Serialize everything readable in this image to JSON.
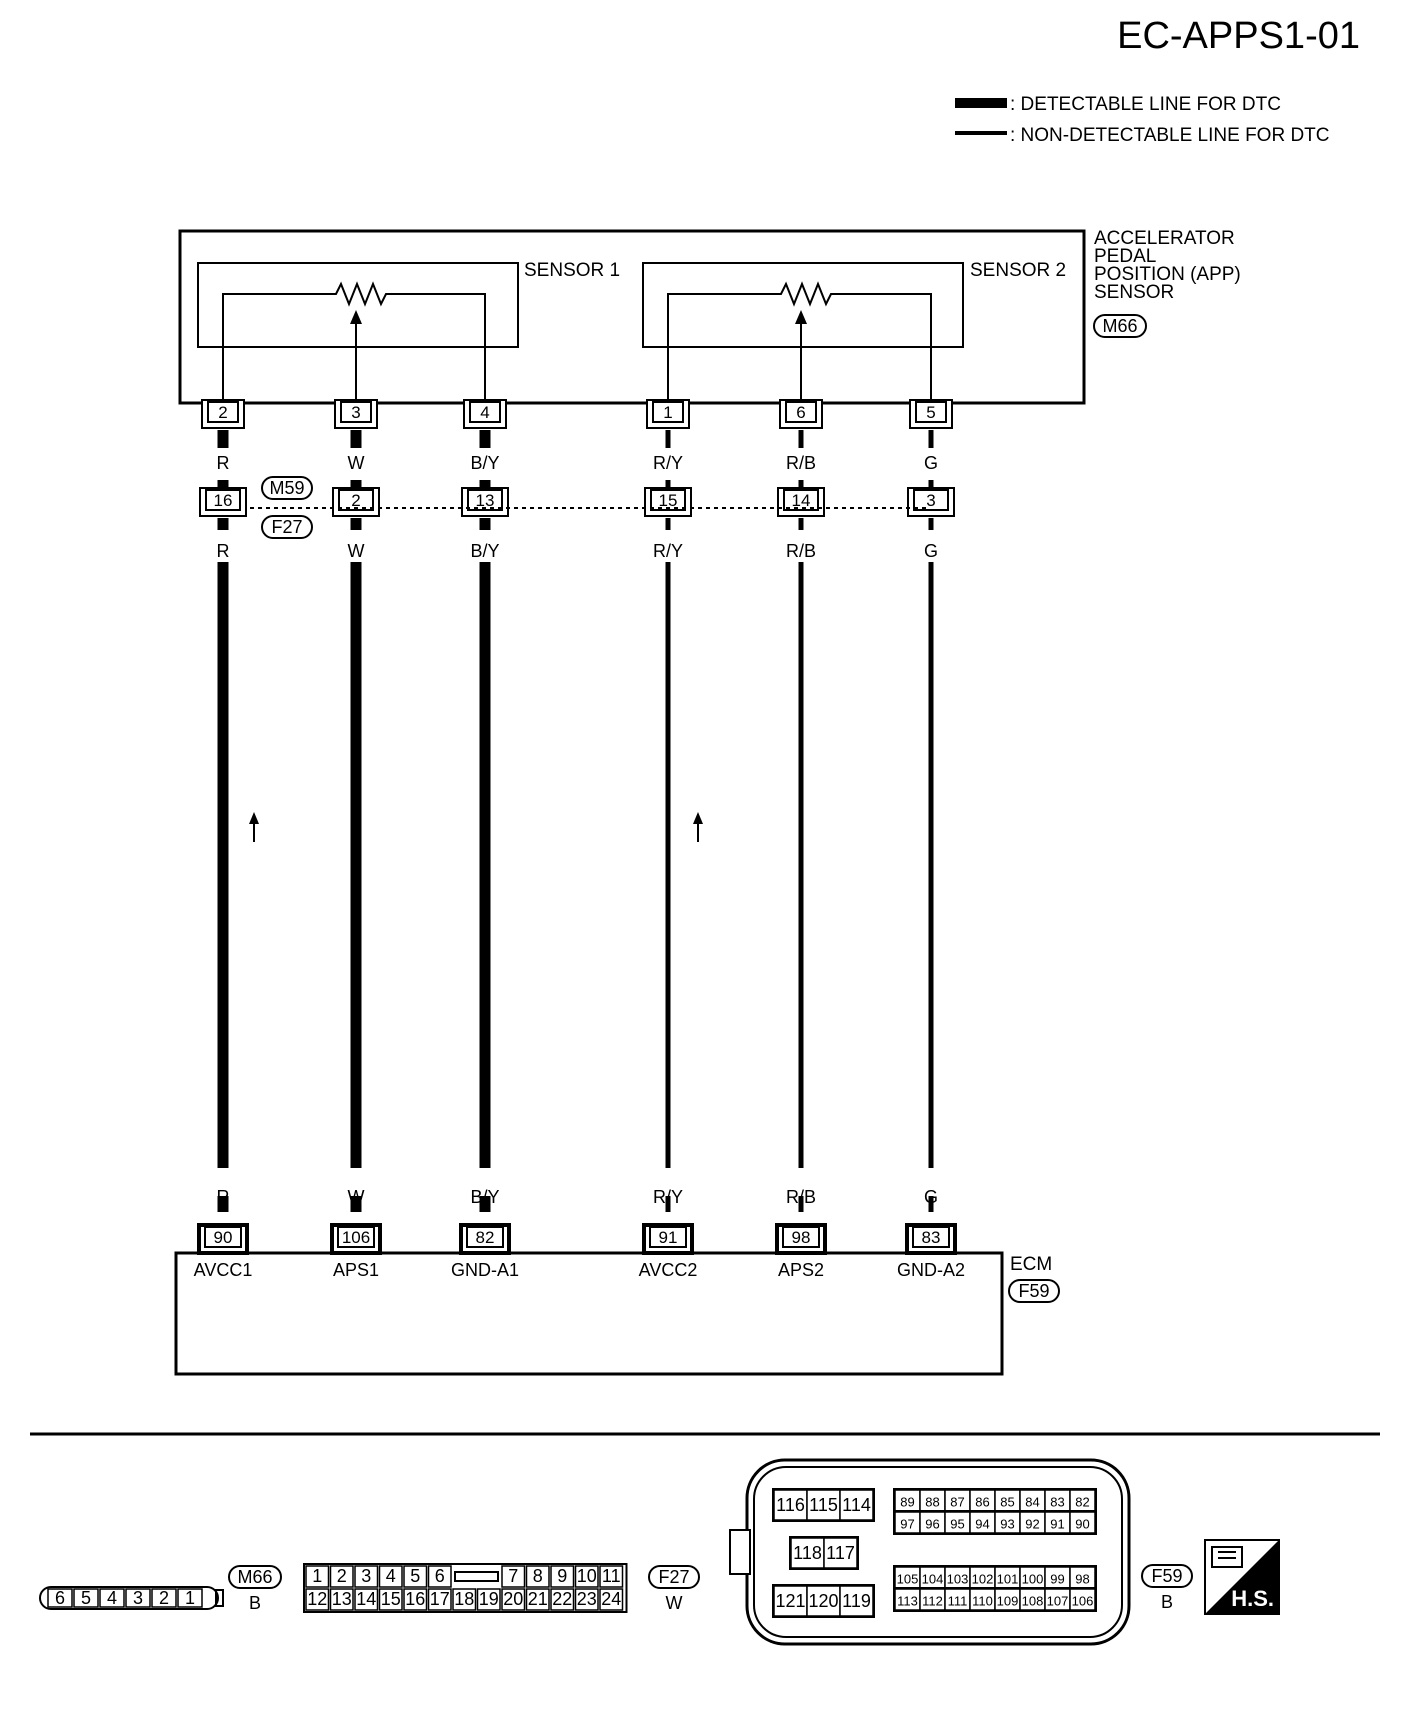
{
  "diagram_id": "EC-APPS1-01",
  "legend": [
    {
      "kind": "thick",
      "label": ": DETECTABLE LINE FOR DTC"
    },
    {
      "kind": "thin",
      "label": ": NON-DETECTABLE LINE FOR DTC"
    }
  ],
  "app_sensor": {
    "name_lines": [
      "ACCELERATOR",
      "PEDAL",
      "POSITION (APP)",
      "SENSOR"
    ],
    "connector": "M66",
    "sensor1": "SENSOR 1",
    "sensor2": "SENSOR 2"
  },
  "joint": {
    "connector_top": "M59",
    "connector_bottom": "F27"
  },
  "ecm": {
    "name": "ECM",
    "connector": "F59"
  },
  "wires": [
    {
      "sensor_pin": "2",
      "joint_pin": "16",
      "color": "R",
      "ecm_pin": "90",
      "ecm_label": "AVCC1",
      "detectable": true
    },
    {
      "sensor_pin": "3",
      "joint_pin": "2",
      "color": "W",
      "ecm_pin": "106",
      "ecm_label": "APS1",
      "detectable": true
    },
    {
      "sensor_pin": "4",
      "joint_pin": "13",
      "color": "B/Y",
      "ecm_pin": "82",
      "ecm_label": "GND-A1",
      "detectable": true
    },
    {
      "sensor_pin": "1",
      "joint_pin": "15",
      "color": "R/Y",
      "ecm_pin": "91",
      "ecm_label": "AVCC2",
      "detectable": false
    },
    {
      "sensor_pin": "6",
      "joint_pin": "14",
      "color": "R/B",
      "ecm_pin": "98",
      "ecm_label": "APS2",
      "detectable": false
    },
    {
      "sensor_pin": "5",
      "joint_pin": "3",
      "color": "G",
      "ecm_pin": "83",
      "ecm_label": "GND-A2",
      "detectable": false
    }
  ],
  "connector_views": {
    "m66": {
      "label": "M66",
      "color": "B",
      "pins": [
        "6",
        "5",
        "4",
        "3",
        "2",
        "1"
      ]
    },
    "f27": {
      "label": "F27",
      "color": "W",
      "row1_left": [
        "1",
        "2",
        "3",
        "4",
        "5",
        "6"
      ],
      "row1_right": [
        "7",
        "8",
        "9",
        "10",
        "11"
      ],
      "row2": [
        "12",
        "13",
        "14",
        "15",
        "16",
        "17",
        "18",
        "19",
        "20",
        "21",
        "22",
        "23",
        "24"
      ]
    },
    "f59": {
      "label": "F59",
      "color": "B",
      "block_a": [
        "116",
        "115",
        "114"
      ],
      "block_b": [
        "118",
        "117"
      ],
      "block_c": [
        "121",
        "120",
        "119"
      ],
      "block_d_row1": [
        "89",
        "88",
        "87",
        "86",
        "85",
        "84",
        "83",
        "82"
      ],
      "block_d_row2": [
        "97",
        "96",
        "95",
        "94",
        "93",
        "92",
        "91",
        "90"
      ],
      "block_e_row1": [
        "105",
        "104",
        "103",
        "102",
        "101",
        "100",
        "99",
        "98"
      ],
      "block_e_row2": [
        "113",
        "112",
        "111",
        "110",
        "109",
        "108",
        "107",
        "106"
      ]
    }
  },
  "badge": "H.S."
}
